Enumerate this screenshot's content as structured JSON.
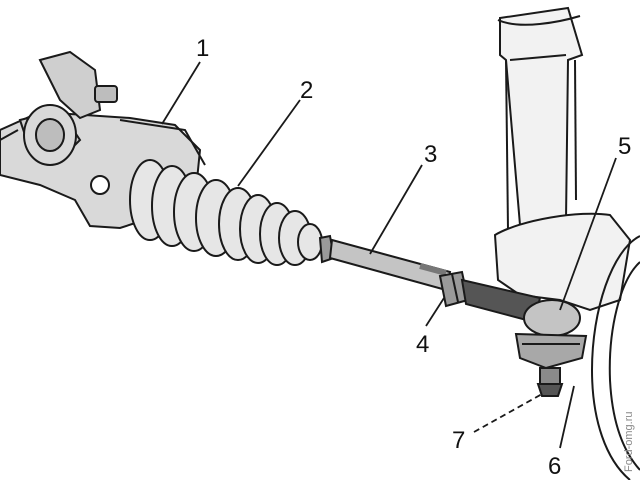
{
  "diagram": {
    "callouts": [
      {
        "id": "1",
        "label": "1"
      },
      {
        "id": "2",
        "label": "2"
      },
      {
        "id": "3",
        "label": "3"
      },
      {
        "id": "4",
        "label": "4"
      },
      {
        "id": "5",
        "label": "5"
      },
      {
        "id": "6",
        "label": "6"
      },
      {
        "id": "7",
        "label": "7"
      }
    ],
    "watermark": "Ford-omg.ru",
    "colors": {
      "line": "#1a1a1a",
      "body_fill": "#d9d9d9",
      "boot_fill": "#e6e6e6",
      "rod_fill": "#c4c4c4",
      "tube_fill": "#555555",
      "strut_fill": "#f2f2f2"
    }
  }
}
